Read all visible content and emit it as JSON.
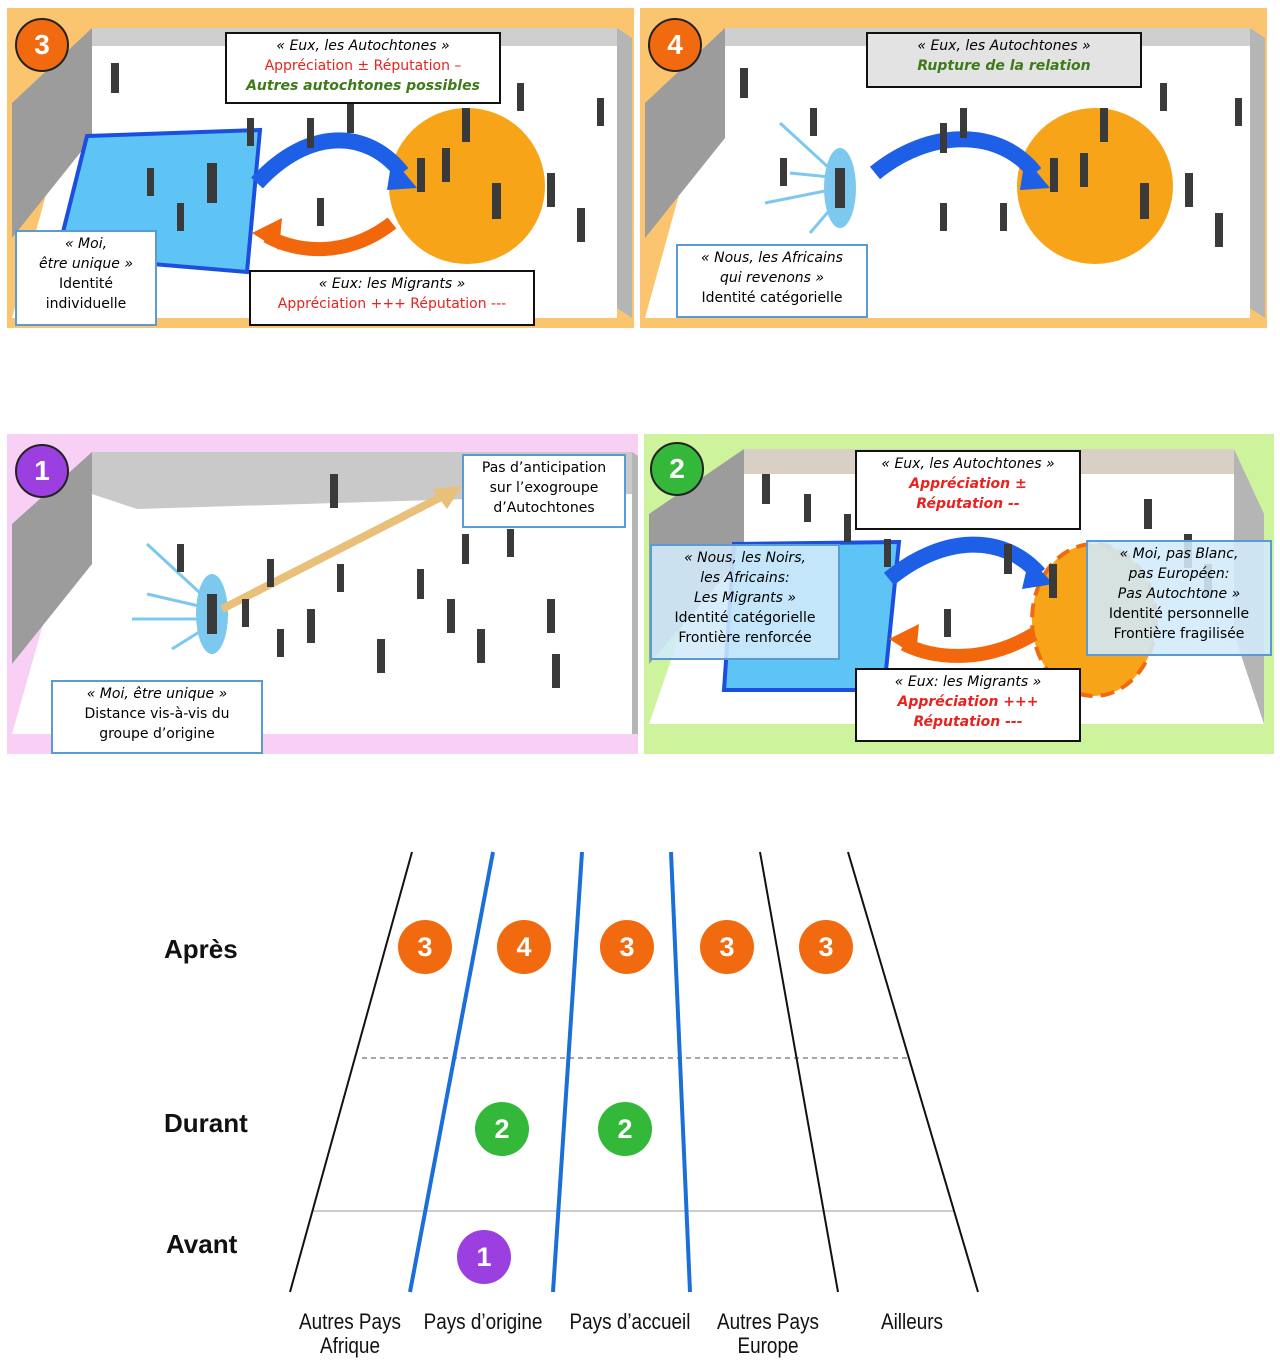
{
  "colors": {
    "orange": "#f26a10",
    "green": "#33b83a",
    "purple": "#9c3fe0",
    "panel3_bg": "#fbc56f",
    "panel4_bg": "#fbc56f",
    "panel1_bg": "#f8d0f5",
    "panel2_bg": "#cdf39d",
    "blue_line": "#1a6fd8"
  },
  "panel3": {
    "badge": "3",
    "box_top": {
      "l1": "« Eux, les Autochtones »",
      "l2": "Appréciation ±  Réputation –",
      "l3": "Autres autochtones possibles"
    },
    "box_left": {
      "l1": "« Moi,",
      "l2": "être unique »",
      "l3": "Identité",
      "l4": "individuelle"
    },
    "box_bottom": {
      "l1": "« Eux: les Migrants »",
      "l2": "Appréciation +++  Réputation ---"
    }
  },
  "panel4": {
    "badge": "4",
    "box_top": {
      "l1": "« Eux, les Autochtones »",
      "l2": "Rupture de la relation"
    },
    "box_left": {
      "l1": "« Nous, les Africains",
      "l2": "qui revenons »",
      "l3": "Identité catégorielle"
    }
  },
  "panel1": {
    "badge": "1",
    "box_right": {
      "l1": "Pas d’anticipation",
      "l2": "sur l’exogroupe",
      "l3": "d’Autochtones"
    },
    "box_bottom": {
      "l1": "« Moi, être unique »",
      "l2": "Distance vis-à-vis du",
      "l3": "groupe d’origine"
    }
  },
  "panel2": {
    "badge": "2",
    "box_top": {
      "l1": "« Eux, les Autochtones »",
      "l2": "Appréciation ±",
      "l3": "Réputation --"
    },
    "box_left": {
      "l1": "« Nous, les Noirs,",
      "l2": "les Africains:",
      "l3": "Les Migrants »",
      "l4": "Identité catégorielle",
      "l5": "Frontière renforcée"
    },
    "box_right": {
      "l1": "« Moi, pas Blanc,",
      "l2": "pas Européen:",
      "l3": "Pas Autochtone »",
      "l4": "Identité personnelle",
      "l5": "Frontière fragilisée"
    },
    "box_bottom": {
      "l1": "« Eux: les Migrants »",
      "l2": "Appréciation +++",
      "l3": "Réputation ---"
    }
  },
  "timeline": {
    "rows": [
      "Après",
      "Durant",
      "Avant"
    ],
    "columns": [
      "Autres Pays\nAfrique",
      "Pays d’origine",
      "Pays d’accueil",
      "Autres Pays\nEurope",
      "Ailleurs"
    ],
    "apres_badges": [
      "3",
      "4",
      "3",
      "3",
      "3"
    ],
    "durant_badges": [
      "2",
      "2"
    ],
    "avant_badges": [
      "1"
    ]
  }
}
